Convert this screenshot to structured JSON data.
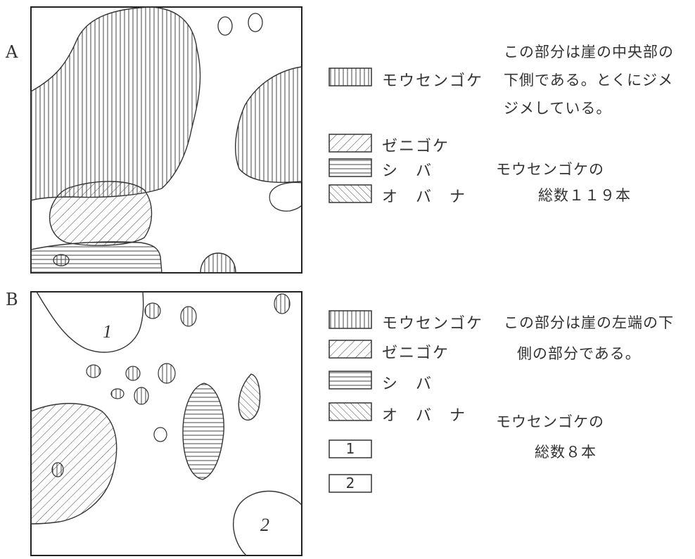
{
  "panelA": {
    "label": "A",
    "legend": [
      {
        "pattern": "vert",
        "text": "モウセンゴケ"
      },
      {
        "pattern": "diag-up",
        "text": "ゼニゴケ"
      },
      {
        "pattern": "horiz",
        "text": "シ　バ"
      },
      {
        "pattern": "diag-down",
        "text": "オ　バ　ナ"
      }
    ],
    "note": [
      "この部分は崖の中央部の",
      "下側である。とくにジメ",
      "ジメしている。"
    ],
    "count_caption": "モウセンゴケの",
    "count": "総数１１９本"
  },
  "panelB": {
    "label": "B",
    "legend": [
      {
        "pattern": "vert",
        "text": "モウセンゴケ"
      },
      {
        "pattern": "diag-up",
        "text": "ゼニゴケ"
      },
      {
        "pattern": "horiz",
        "text": "シ　バ"
      },
      {
        "pattern": "diag-down",
        "text": "オ　バ　ナ"
      },
      {
        "pattern": "box",
        "text": "1"
      },
      {
        "pattern": "box",
        "text": "2"
      }
    ],
    "note": [
      "この部分は崖の左端の下",
      "側の部分である。"
    ],
    "count_caption": "モウセンゴケの",
    "count": "総数８本",
    "zone_labels": [
      "1",
      "2"
    ]
  }
}
